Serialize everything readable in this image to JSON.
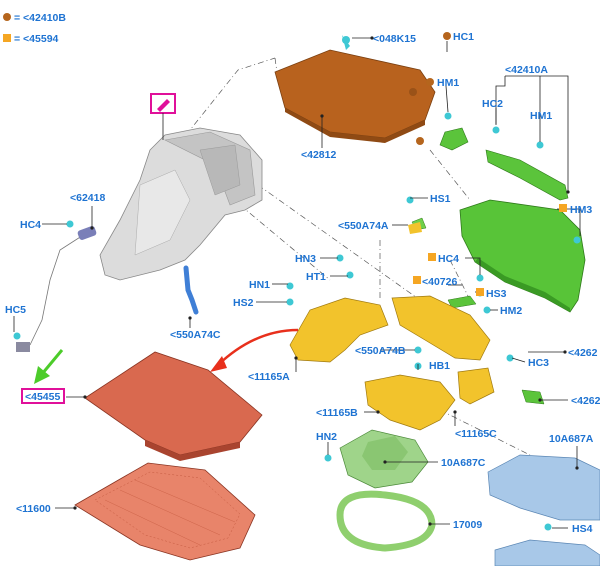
{
  "legend": [
    {
      "marker": "circle",
      "color": "#b5651d",
      "text": "= <42410B"
    },
    {
      "marker": "square",
      "color": "#f5a623",
      "text": "= <45594"
    }
  ],
  "colors": {
    "label": "#1e73d2",
    "brown_part": "#b8621e",
    "green_part": "#5bc43b",
    "yellow_part": "#f2c32c",
    "salmon_mat": "#d9694f",
    "gray_trim": "#d8d8d8",
    "blue_part": "#a8c8e8",
    "highlight_box": "#e0109a",
    "arrow_red": "#e8301c",
    "arrow_green": "#4ccc2a"
  },
  "callouts": {
    "c048k15": "<048K15",
    "hc1": "HC1",
    "hm1_top": "HM1",
    "c42410a": "<42410A",
    "hc2": "HC2",
    "hm1_right": "HM1",
    "c42812": "<42812",
    "c62418": "<62418",
    "hc4_left": "HC4",
    "hs1": "HS1",
    "c550a74a": "<550A74A",
    "hm3": "HM3",
    "hn3": "HN3",
    "ht1": "HT1",
    "hc4_mid": "HC4",
    "c40726": "<40726",
    "hs3": "HS3",
    "hn1": "HN1",
    "hs2": "HS2",
    "hm2": "HM2",
    "hc5": "HC5",
    "c550a74c": "<550A74C",
    "c4262_a": "<4262",
    "c550a74b": "<550A74B",
    "hb1": "HB1",
    "hc3": "HC3",
    "c11165a": "<11165A",
    "c4262_b": "<4262",
    "c45455": "<45455",
    "c11165b": "<11165B",
    "c11165c": "<11165C",
    "c10a687a": "10A687A",
    "hn2": "HN2",
    "c10a687c": "10A687C",
    "c11600": "<11600",
    "c17009": "17009",
    "hs4": "HS4"
  }
}
